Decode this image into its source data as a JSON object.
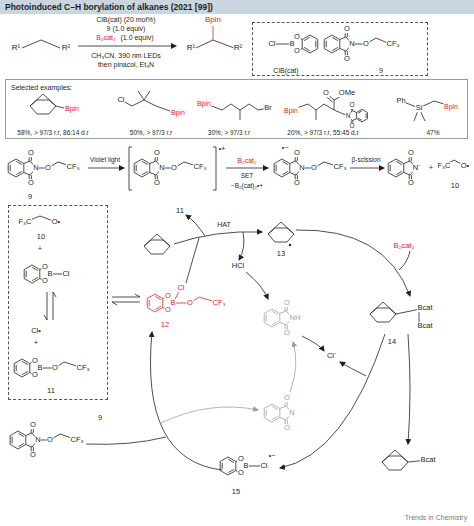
{
  "diagram": {
    "title": "Photoinduced C–H borylation of alkanes (2021 [99])",
    "nodes": [
      {
        "text": [
          "ClB(cat)",
          "9"
        ]
      },
      {
        "text": [
          "Selected examples:",
          "58%, > 97/3 r.r, 86:14 d.r",
          "50%, > 97/3 r.r",
          "30%, > 97/3 r.r",
          "20%, > 97/3 r.r, 55:45 d.r",
          "47%"
        ]
      },
      {
        "text": [
          "10",
          "11"
        ]
      }
    ],
    "labels": [
      "R¹",
      "R²",
      "ClB(cat) (20 mol%)",
      "9 (1.0 equiv)",
      "B₂cat₂",
      "(1.0 equiv)",
      "CH₃CN, 390 nm LEDs",
      "then pinacol, Et₃N",
      "Bpin",
      "R¹",
      "R²",
      "Cl",
      "B",
      "O",
      "O",
      "O",
      "N",
      "O",
      "O",
      "CF₃",
      "Bpin",
      "Cl",
      "Bpin",
      "Bpin",
      "Br",
      "Bpin",
      "O",
      "OMe",
      "N",
      "O",
      "O",
      "Ph",
      "Si",
      "Bpin",
      "O",
      "N",
      "O",
      "O",
      "CF₃",
      "9",
      "Violet light",
      "O",
      "N",
      "O",
      "O",
      "CF₃",
      "•+",
      "B₂cat₂",
      "SET",
      "−B₂(cat)₂•+",
      "O",
      "N",
      "O",
      "O",
      "•−",
      "CF₃",
      "β-scission",
      "O",
      "N⁻",
      "O",
      "+",
      "F₃C",
      "O•",
      "10",
      "F₃C",
      "O•",
      "+",
      "O",
      "B",
      "O",
      "Cl",
      "Cl•",
      "+",
      "O",
      "B",
      "O",
      "O",
      "CF₃",
      "O",
      "B",
      "O",
      "Cl",
      "O",
      "CF₃",
      "12",
      "11",
      "HAT",
      "13",
      "HCl",
      "B₂cat₂",
      "Bcat",
      "Bcat",
      "14",
      "Cl⁻",
      "Bcat",
      "O",
      "B",
      "O",
      "Cl",
      "•−",
      "15",
      "9",
      "O",
      "N",
      "O",
      "O",
      "CF₃",
      "O",
      "NH",
      "O",
      "O",
      "N",
      "O",
      "Trends in Chemistry"
    ]
  }
}
